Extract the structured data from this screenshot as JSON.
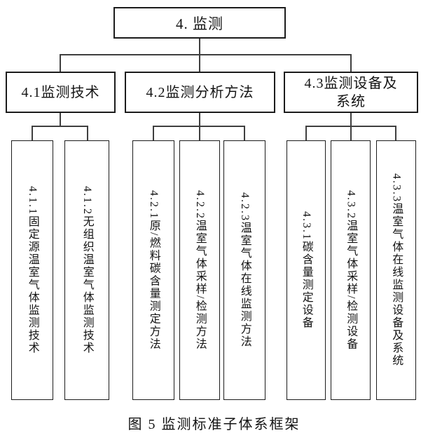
{
  "diagram": {
    "root": {
      "label": "4. 监测"
    },
    "branches": [
      {
        "label": "4.1监测技术",
        "children": [
          {
            "label": "4.1.1固定源温室气体监测技术"
          },
          {
            "label": "4.1.2无组织温室气体监测技术"
          }
        ]
      },
      {
        "label": "4.2监测分析方法",
        "children": [
          {
            "label": "4.2.1原/燃料碳含量测定方法"
          },
          {
            "label": "4.2.2温室气体采样/检测方法"
          },
          {
            "label": "4.2.3温室气体在线监测方法"
          }
        ]
      },
      {
        "label": "4.3监测设备及系统",
        "children": [
          {
            "label": "4.3.1碳含量测定设备"
          },
          {
            "label": "4.3.2温室气体采样/检测设备"
          },
          {
            "label": "4.3.3温室气体在线监测设备及系统"
          }
        ]
      }
    ],
    "caption": "图 5 监测标准子体系框架"
  },
  "colors": {
    "line": "#3f3f3f",
    "border": "#1c1c1c",
    "text": "#141414",
    "background": "#ffffff"
  }
}
